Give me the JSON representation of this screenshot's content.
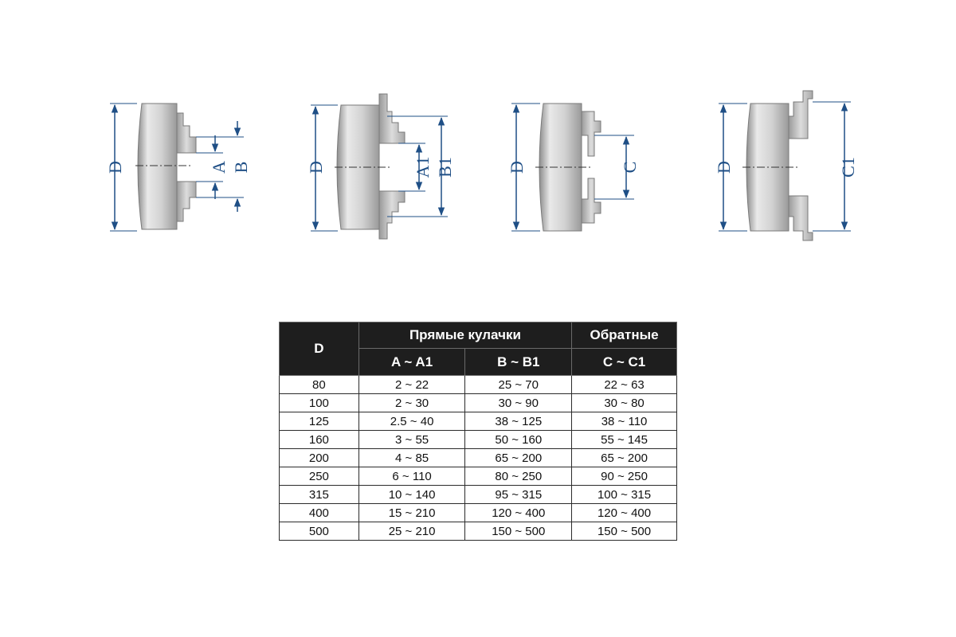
{
  "drawings": [
    {
      "labels": [
        "D",
        "A",
        "B"
      ]
    },
    {
      "labels": [
        "D",
        "A1",
        "B1"
      ]
    },
    {
      "labels": [
        "D",
        "C"
      ]
    },
    {
      "labels": [
        "D",
        "C1"
      ]
    }
  ],
  "colors": {
    "dimension": "#1f4f86",
    "body_light": "#e4e4e4",
    "body_dark": "#9a9a9a",
    "header_bg": "#1e1e1e"
  },
  "table": {
    "col_d": "D",
    "group_direct": "Прямые кулачки",
    "group_reverse": "Обратные",
    "sub_a": "A ~ A1",
    "sub_b": "B ~ B1",
    "sub_c": "C ~ C1",
    "rows": [
      [
        "80",
        "2 ~ 22",
        "25 ~ 70",
        "22 ~ 63"
      ],
      [
        "100",
        "2 ~ 30",
        "30 ~ 90",
        "30 ~ 80"
      ],
      [
        "125",
        "2.5 ~ 40",
        "38 ~ 125",
        "38 ~ 110"
      ],
      [
        "160",
        "3 ~ 55",
        "50 ~ 160",
        "55 ~ 145"
      ],
      [
        "200",
        "4 ~ 85",
        "65 ~ 200",
        "65 ~ 200"
      ],
      [
        "250",
        "6 ~ 110",
        "80 ~ 250",
        "90 ~ 250"
      ],
      [
        "315",
        "10 ~ 140",
        "95 ~ 315",
        "100 ~ 315"
      ],
      [
        "400",
        "15 ~ 210",
        "120 ~ 400",
        "120 ~ 400"
      ],
      [
        "500",
        "25 ~ 210",
        "150 ~ 500",
        "150 ~ 500"
      ]
    ]
  }
}
